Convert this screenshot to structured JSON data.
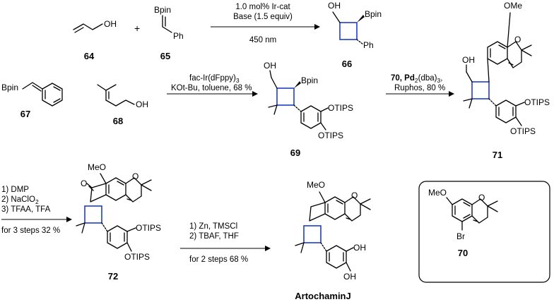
{
  "compounds": {
    "c64": {
      "label": "64",
      "atoms": [
        "OH"
      ]
    },
    "c65": {
      "label": "65",
      "atoms": [
        "Bpin",
        "Ph"
      ]
    },
    "c66": {
      "label": "66",
      "atoms": [
        "OH",
        "Bpin",
        "Ph"
      ]
    },
    "c67": {
      "label": "67",
      "atoms": [
        "Bpin"
      ]
    },
    "c68": {
      "label": "68",
      "atoms": [
        "OH"
      ]
    },
    "c69": {
      "label": "69",
      "atoms": [
        "OH",
        "Bpin",
        "OTIPS",
        "OTIPS"
      ]
    },
    "c71": {
      "label": "71",
      "atoms": [
        "OMe",
        "O",
        "OH",
        "OTIPS",
        "OTIPS"
      ]
    },
    "c72": {
      "label": "72",
      "atoms": [
        "MeO",
        "O",
        "O",
        "OTIPS",
        "OTIPS"
      ]
    },
    "artochamin": {
      "label": "ArtochaminJ",
      "atoms": [
        "MeO",
        "O",
        "OH",
        "OH"
      ]
    },
    "c70": {
      "label": "70",
      "atoms": [
        "MeO",
        "O",
        "Br"
      ]
    }
  },
  "plus": "+",
  "reactions": {
    "r1": {
      "lines": [
        "1.0 mol% Ir-cat",
        "Base (1.5 equiv)"
      ],
      "below": "450 nm"
    },
    "r2": {
      "lines": [
        "fac-Ir(dFppy)",
        "KOt-Bu, toluene, 68 %"
      ]
    },
    "r3": {
      "lines": [
        "70, Pd",
        "Ruphos, 80 %"
      ]
    },
    "r4": {
      "lines": [
        "1) DMP",
        "2) NaClO",
        "3) TFAA, TFA"
      ],
      "below": "for 3 steps  32 %"
    },
    "r5": {
      "lines": [
        "1) Zn, TMSCl",
        "2) TBAF, THF"
      ],
      "below": "for 2 steps 68 %"
    }
  },
  "colors": {
    "cyclobutane": "#1f3fbf",
    "bond": "#000000"
  }
}
